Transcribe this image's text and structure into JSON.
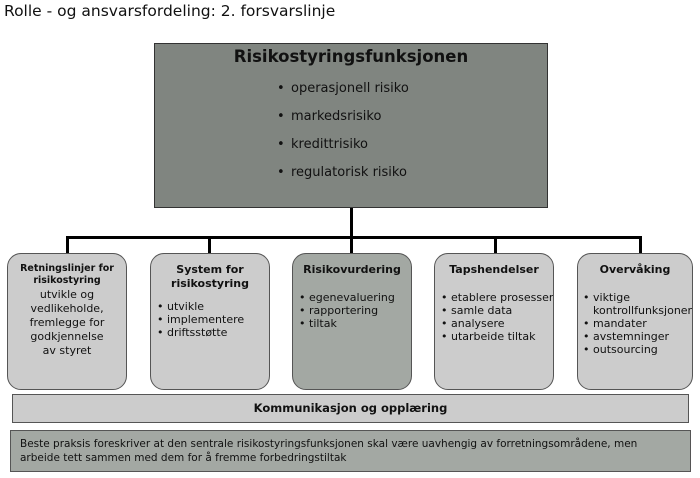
{
  "page_title": "Rolle - og ansvarsfordeling: 2. forsvarslinje",
  "main": {
    "title": "Risikostyringsfunksjonen",
    "items": [
      "operasjonell risiko",
      "markedsrisiko",
      "kredittrisiko",
      "regulatorisk risiko"
    ]
  },
  "boxes": [
    {
      "title": "Retningslinjer for\nrisikostyring",
      "lines": "utvikle og\nvedlikeholde,\nfremlegge for\ngodkjennelse\nav styret"
    },
    {
      "title": "System for\nrisikostyring",
      "items": [
        "utvikle",
        "implementere",
        "driftsstøtte"
      ]
    },
    {
      "title": "Risikovurdering",
      "items": [
        "egenevaluering",
        "rapportering",
        "tiltak"
      ]
    },
    {
      "title": "Tapshendelser",
      "items": [
        "etablere prosesser",
        "samle data",
        "analysere",
        "utarbeide tiltak"
      ]
    },
    {
      "title": "Overvåking",
      "items": [
        "viktige",
        "kontrollfunksjoner",
        "mandater",
        "avstemninger",
        "outsourcing"
      ]
    }
  ],
  "communication_bar": "Kommunikasjon og opplæring",
  "note": "Beste praksis foreskriver at den sentrale risikostyringsfunksjonen skal være uavhengig av forretningsområdene, men\narbeide tett sammen  med dem for å fremme forbedringstiltak",
  "colors": {
    "main_box": "#808580",
    "light_box": "#cccccc",
    "dark_box": "#a3a8a3",
    "connector": "#000000"
  }
}
